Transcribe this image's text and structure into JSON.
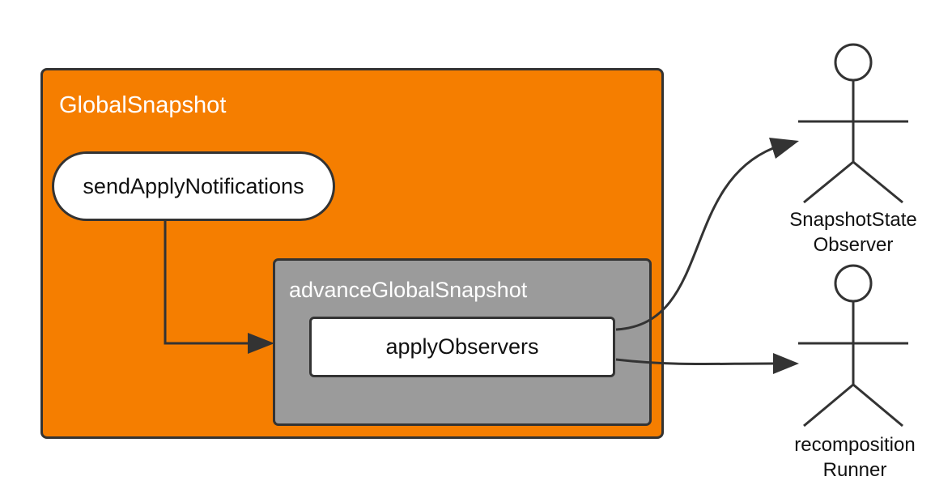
{
  "diagram": {
    "containers": {
      "global_snapshot": {
        "label": "GlobalSnapshot",
        "fill": "#f57e00"
      },
      "advance_global_snapshot": {
        "label": "advanceGlobalSnapshot",
        "fill": "#9b9b9b"
      }
    },
    "nodes": {
      "send_apply_notifications": {
        "label": "sendApplyNotifications"
      },
      "apply_observers": {
        "label": "applyObservers"
      }
    },
    "actors": [
      {
        "id": "snapshot_state_observer",
        "line1": "SnapshotState",
        "line2": "Observer"
      },
      {
        "id": "recomposition_runner",
        "line1": "recomposition",
        "line2": "Runner"
      }
    ],
    "edges": [
      {
        "from": "send_apply_notifications",
        "to": "advance_global_snapshot"
      },
      {
        "from": "apply_observers",
        "to": "snapshot_state_observer"
      },
      {
        "from": "apply_observers",
        "to": "recomposition_runner"
      }
    ],
    "colors": {
      "stroke": "#333333",
      "text_dark": "#111111",
      "text_light": "#ffffff"
    }
  }
}
